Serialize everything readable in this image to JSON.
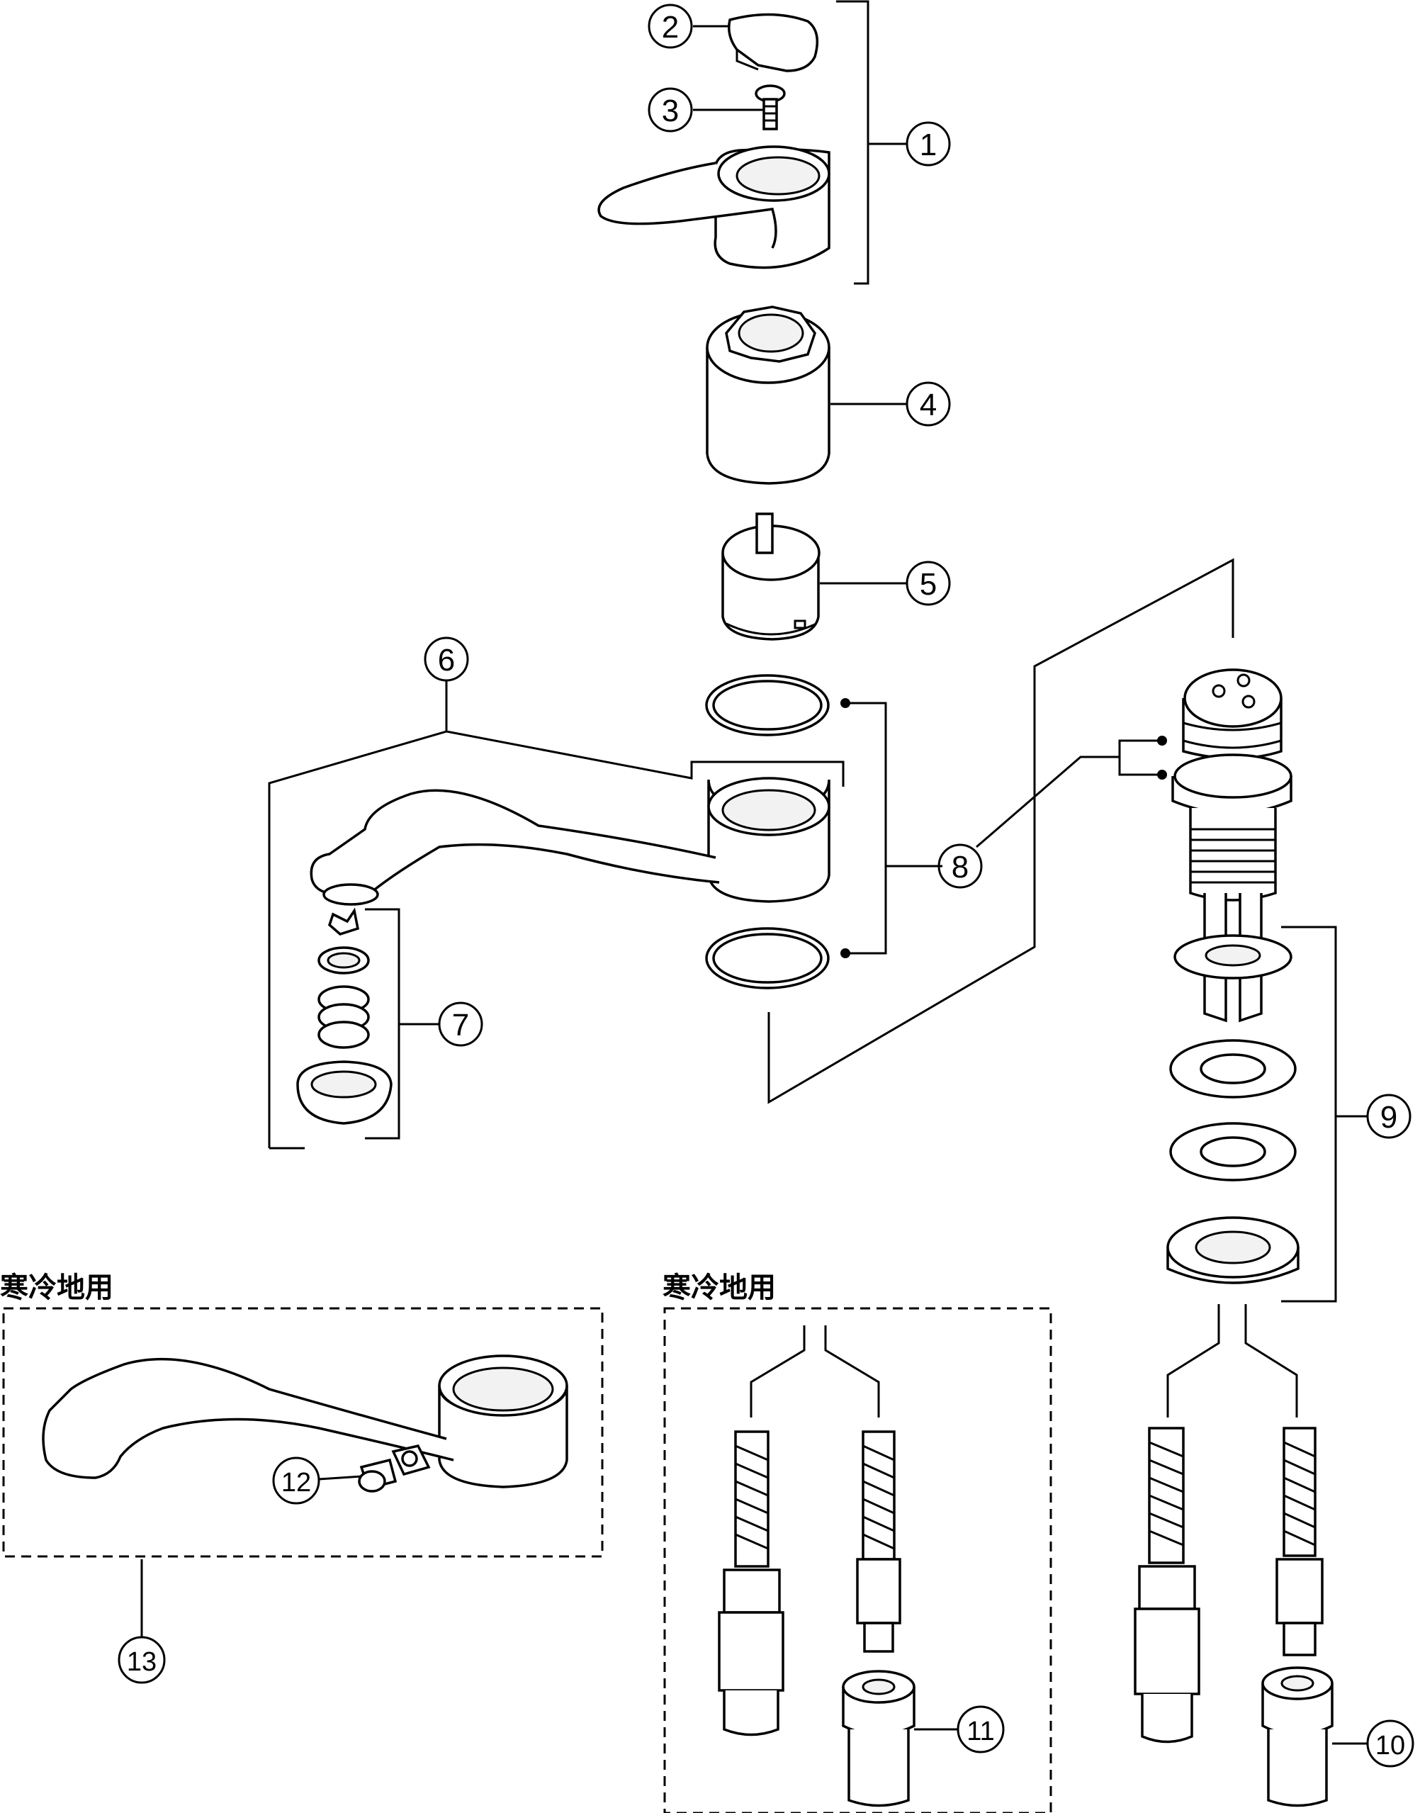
{
  "callouts": [
    {
      "id": "c1",
      "label": "1"
    },
    {
      "id": "c2",
      "label": "2"
    },
    {
      "id": "c3",
      "label": "3"
    },
    {
      "id": "c4",
      "label": "4"
    },
    {
      "id": "c5",
      "label": "5"
    },
    {
      "id": "c6",
      "label": "6"
    },
    {
      "id": "c7",
      "label": "7"
    },
    {
      "id": "c8",
      "label": "8"
    },
    {
      "id": "c9",
      "label": "9"
    },
    {
      "id": "c10",
      "label": "10"
    },
    {
      "id": "c11",
      "label": "11"
    },
    {
      "id": "c12",
      "label": "12"
    },
    {
      "id": "c13",
      "label": "13"
    }
  ],
  "sections": {
    "cold_region_left": "寒冷地用",
    "cold_region_right": "寒冷地用"
  }
}
